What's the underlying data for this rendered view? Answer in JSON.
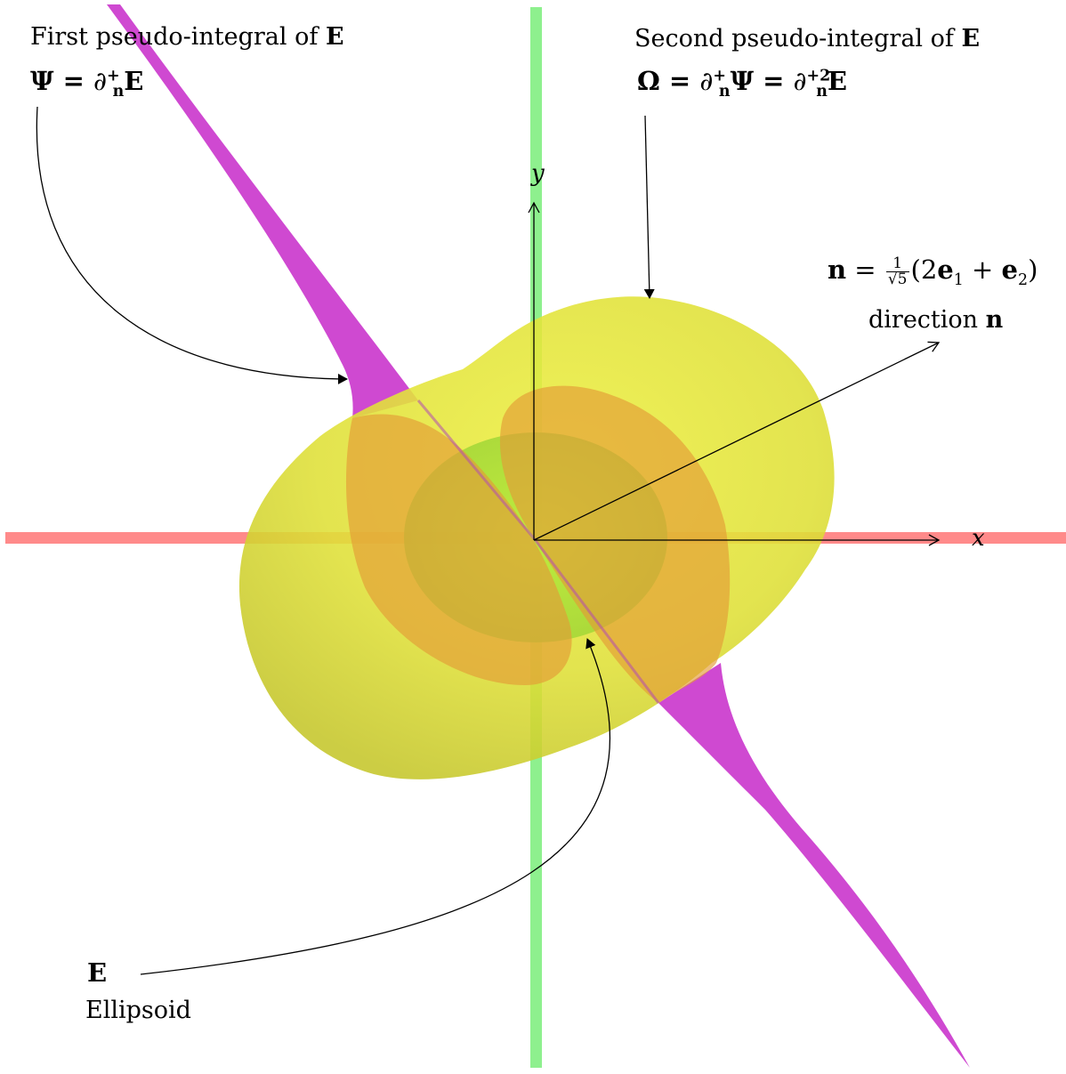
{
  "labels": {
    "psi_title": "First pseudo-integral of",
    "psi_title_bold": "E",
    "psi_lhs": "Ψ",
    "psi_rhs_op": "∂",
    "psi_rhs_sub": "n",
    "psi_rhs_sup": "+",
    "psi_rhs_arg": "E",
    "omega_title": "Second pseudo-integral of",
    "omega_title_bold": "E",
    "omega_lhs": "Ω",
    "omega_op1": "∂",
    "omega_sub1": "n",
    "omega_sup1": "+",
    "omega_arg1": "Ψ",
    "omega_op2": "∂",
    "omega_sub2": "n",
    "omega_sup2": "+2",
    "omega_arg2": "E",
    "n_lhs": "n",
    "n_frac_num": "1",
    "n_frac_den": "√5",
    "n_paren_open": "(2",
    "n_e1": "e",
    "n_e1_sub": "1",
    "n_plus": " + ",
    "n_e2": "e",
    "n_e2_sub": "2",
    "n_paren_close": ")",
    "direction_text": "direction",
    "direction_bold": "n",
    "e_bold": "E",
    "ellipsoid_text": "Ellipsoid",
    "x_axis": "x",
    "y_axis": "y"
  },
  "colors": {
    "x_axis_bar": "#ff8a8a",
    "y_axis_bar": "#8ef08e",
    "omega_surface": "#d6db2c",
    "psi_surface": "#cc3fcf",
    "ellipsoid_surface": "#a8e040",
    "orange_lobe": "#e39b36"
  }
}
